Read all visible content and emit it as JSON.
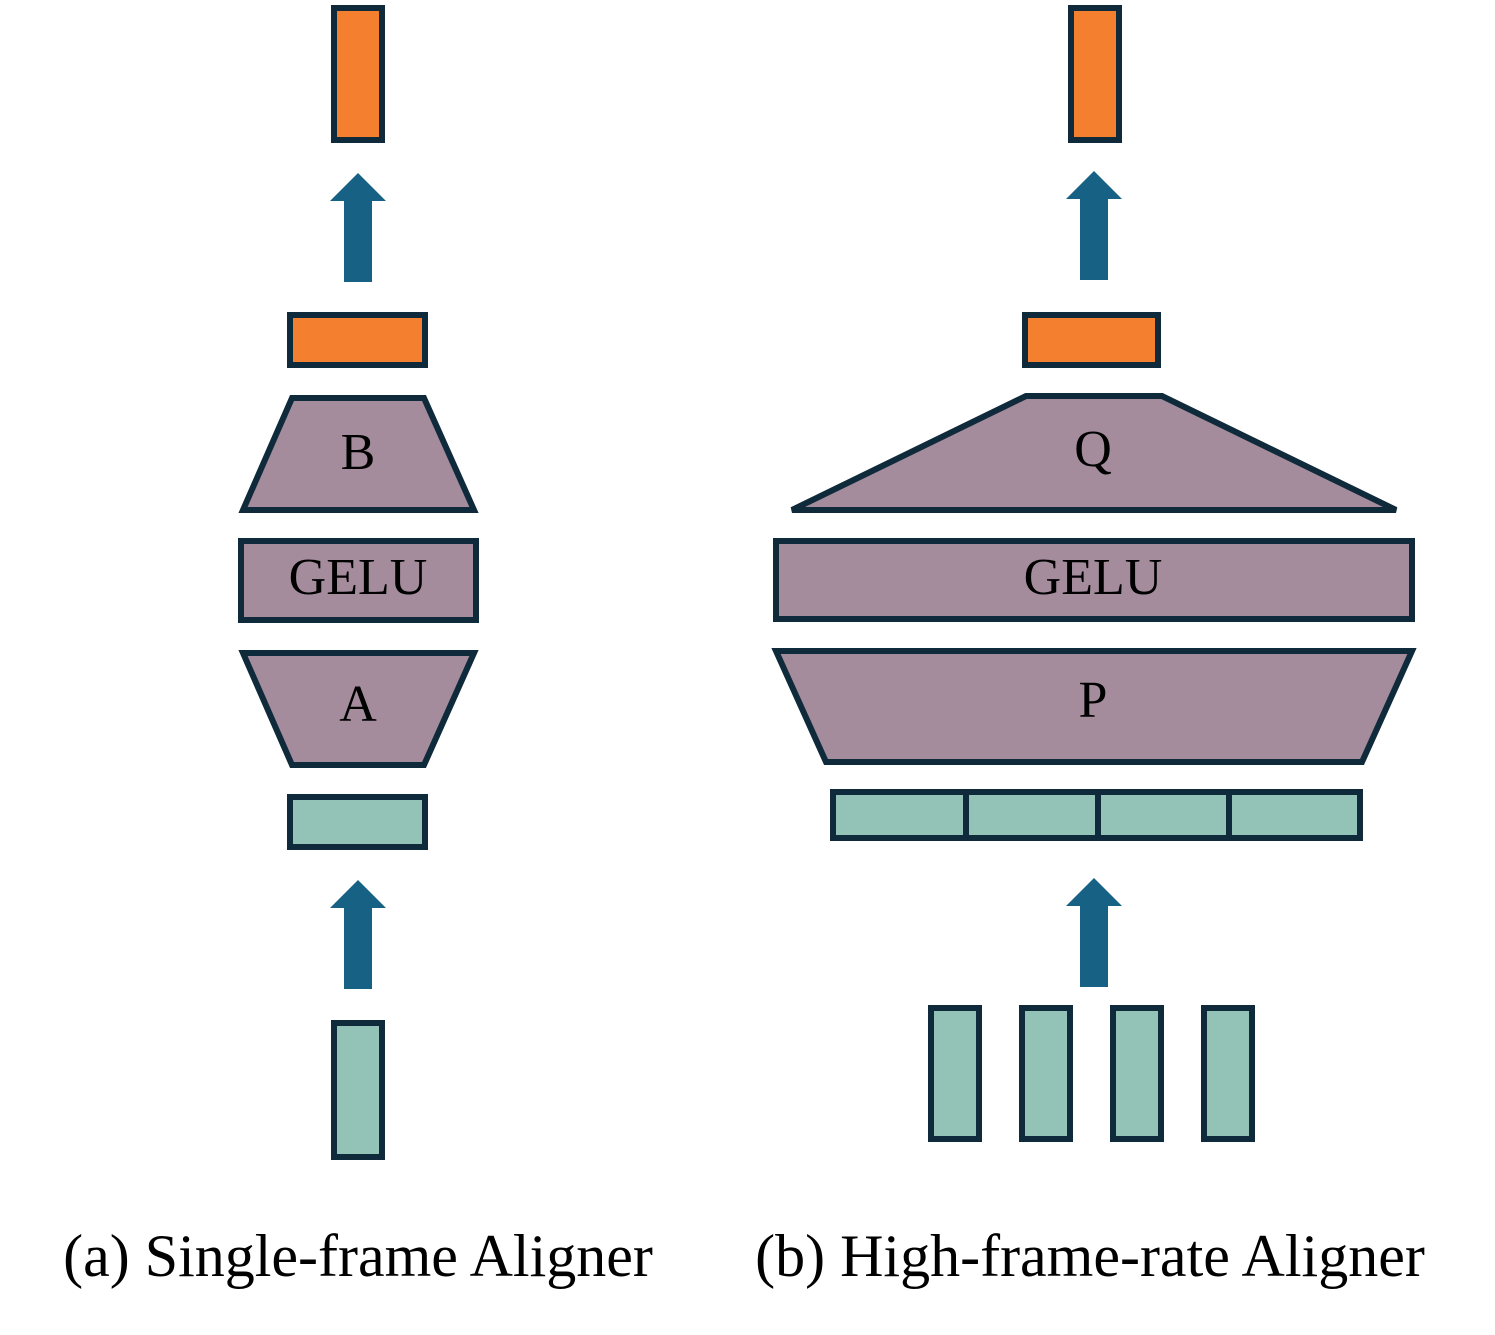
{
  "colors": {
    "stroke": "#0f2a3a",
    "orange": "#f47f2e",
    "teal": "#93c2b7",
    "purple": "#a48c9c",
    "arrow": "#176185",
    "text": "#000000"
  },
  "single_frame": {
    "caption": "(a) Single-frame Aligner",
    "layer_b": "B",
    "gelu": "GELU",
    "layer_a": "A"
  },
  "high_frame_rate": {
    "caption": "(b) High-frame-rate Aligner",
    "layer_q": "Q",
    "gelu": "GELU",
    "layer_p": "P",
    "input_frame_count": 4
  }
}
